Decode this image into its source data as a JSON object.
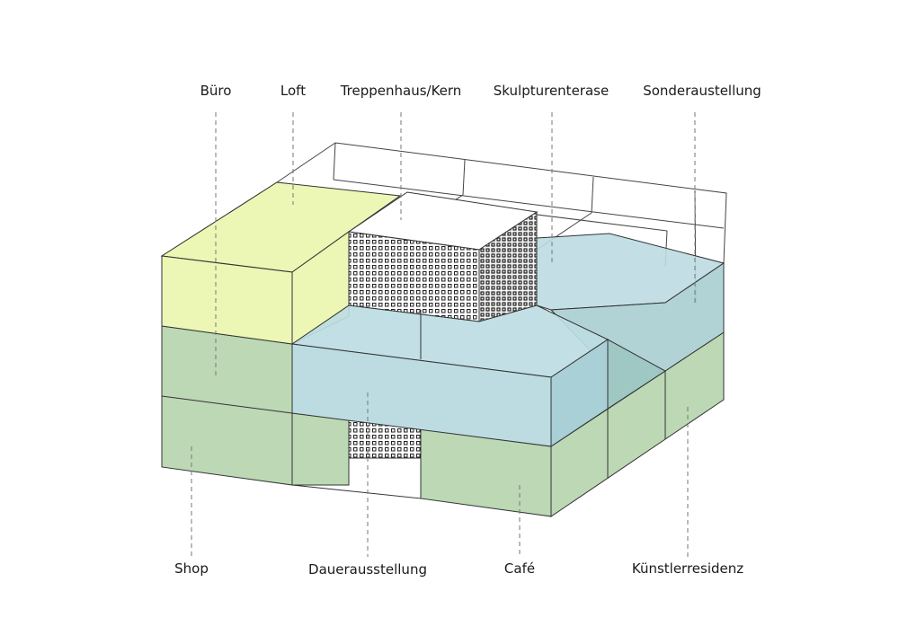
{
  "labels": {
    "buero": "Büro",
    "loft": "Loft",
    "treppenhaus": "Treppenhaus/Kern",
    "skulpturenterase": "Skulpturenterase",
    "sonderaustellung": "Sonderaustellung",
    "shop": "Shop",
    "dauerausstellung": "Dauerausstellung",
    "cafe": "Café",
    "kuenstlerresidenz": "Künstlerresidenz"
  },
  "colors": {
    "yellow": "#ecf7b5",
    "green": "#bcd8b4",
    "blue": "#bcdce2",
    "blue_dark": "#9fc7c4",
    "white": "#ffffff",
    "line": "#333333",
    "leader": "#777777"
  }
}
